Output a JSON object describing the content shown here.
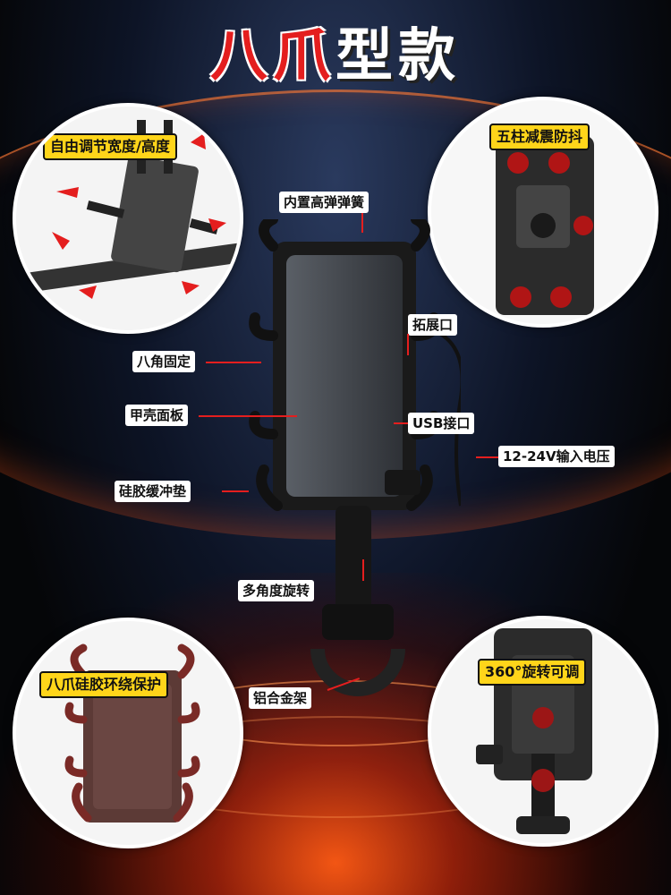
{
  "title": {
    "part1": "八爪",
    "part2": "型款"
  },
  "circles": {
    "top_left": {
      "label": "自由调节宽度/高度"
    },
    "top_right": {
      "label": "五柱减震防抖"
    },
    "bottom_left": {
      "label": "八爪硅胶环绕保护"
    },
    "bottom_right": {
      "label": "360°旋转可调"
    }
  },
  "callouts": {
    "spring": "内置高弹弹簧",
    "expansion_port": "拓展口",
    "octagon_fix": "八角固定",
    "shell_panel": "甲壳面板",
    "usb_port": "USB接口",
    "voltage": "12-24V输入电压",
    "silicone_pad": "硅胶缓冲垫",
    "multi_angle": "多角度旋转",
    "alloy_frame": "铝合金架"
  },
  "colors": {
    "accent_red": "#e41e1e",
    "label_yellow": "#ffd51a",
    "glow_orange": "#ff5a14"
  }
}
